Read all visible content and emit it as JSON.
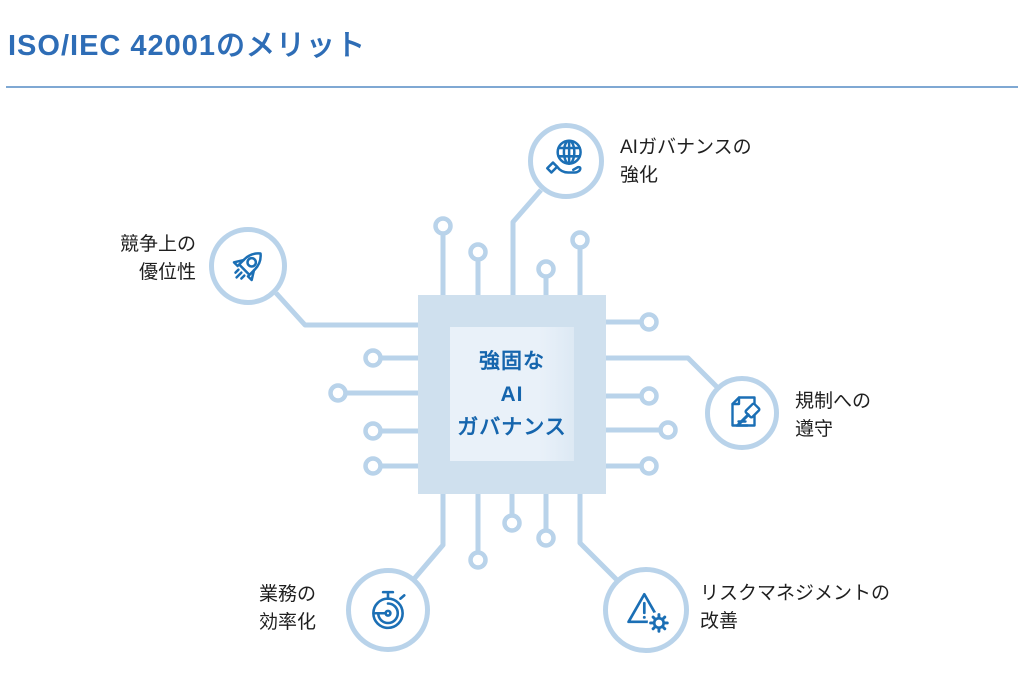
{
  "page": {
    "title": "ISO/IEC 42001のメリット"
  },
  "colors": {
    "title_blue": "#2e6db6",
    "divider_blue": "#7fa8d3",
    "circuit_line_blue": "#b9d3ea",
    "chip_fill": "#cfe0ee",
    "chip_core_fill": "#e9f1f9",
    "chip_text_blue": "#1565ad",
    "icon_blue": "#1b6fb5",
    "label_text": "#1f1f1f",
    "background": "#ffffff"
  },
  "chip": {
    "lines": [
      "強固な",
      "AI",
      "ガバナンス"
    ]
  },
  "nodes": [
    {
      "id": "ai-governance-strengthening",
      "icon": "globe-in-hand-icon",
      "position": "top",
      "lines": [
        "AIガバナンスの",
        "強化"
      ]
    },
    {
      "id": "competitive-advantage",
      "icon": "rocket-icon",
      "position": "left",
      "lines": [
        "競争上の",
        "優位性"
      ]
    },
    {
      "id": "regulatory-compliance",
      "icon": "document-gavel-icon",
      "position": "right",
      "lines": [
        "規制への",
        "遵守"
      ]
    },
    {
      "id": "risk-management-improvement",
      "icon": "warning-gear-icon",
      "position": "bottom-right",
      "lines": [
        "リスクマネジメントの",
        "改善"
      ]
    },
    {
      "id": "operational-efficiency",
      "icon": "stopwatch-icon",
      "position": "bottom-left",
      "lines": [
        "業務の",
        "効率化"
      ]
    }
  ]
}
